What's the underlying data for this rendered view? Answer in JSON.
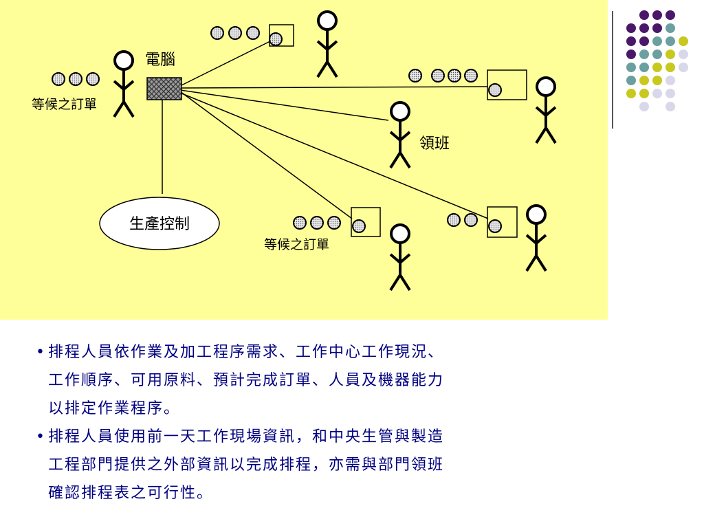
{
  "diagram": {
    "computer_label": "電腦",
    "waiting_orders_label_left": "等候之訂單",
    "waiting_orders_label_bottom": "等候之訂單",
    "foreman_label": "領班",
    "production_control_label": "生產控制"
  },
  "bullets": [
    {
      "marker": "•",
      "lines": [
        "排程人員依作業及加工程序需求、工作中心工作現況、",
        "工作順序、可用原料、預計完成訂單、人員及機器能力",
        "以排定作業程序。"
      ]
    },
    {
      "marker": "•",
      "lines": [
        "排程人員使用前一天工作現場資訊，和中央生管與製造",
        "工程部門提供之外部資訊以完成排程，亦需與部門領班",
        "確認排程表之可行性。"
      ]
    }
  ],
  "colors": {
    "panel_background": "#ffff99",
    "bullet_text": "#000080",
    "dot_purple": "#4b1869",
    "dot_teal": "#6b9fa0",
    "dot_olive": "#c8c81e",
    "dot_lavender": "#d8d8ea"
  }
}
